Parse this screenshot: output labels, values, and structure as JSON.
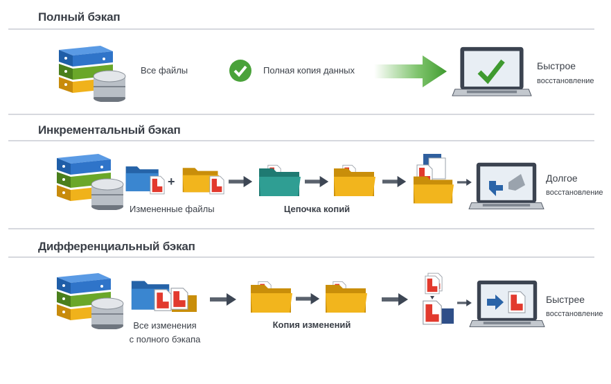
{
  "sections": [
    {
      "title": "Полный бэкап",
      "source_label": "Все файлы",
      "step_label": "Полная копия данных",
      "result_line1": "Быстрое",
      "result_line2": "восстановление"
    },
    {
      "title": "Инкрементальный бэкап",
      "source_label": "Измененные файлы",
      "step_label": "Цепочка копий",
      "result_line1": "Долгое",
      "result_line2": "восстановление"
    },
    {
      "title": "Дифференциальный бэкап",
      "source_label_line1": "Все изменения",
      "source_label_line2": "с полного бэкапа",
      "step_label": "Копия изменений",
      "result_line1": "Быстрее",
      "result_line2": "восстановление"
    }
  ],
  "plus_sign": "+",
  "colors": {
    "server_blue": "#2f74c9",
    "server_green": "#6aa729",
    "server_yellow": "#f0b21b",
    "check_green": "#4aa23a",
    "arrow_dark": "#3d4654",
    "folder_yellow": "#f2b51d",
    "folder_blue": "#3a86d0",
    "folder_teal": "#2f9e93",
    "doc_red": "#e23a2e"
  }
}
